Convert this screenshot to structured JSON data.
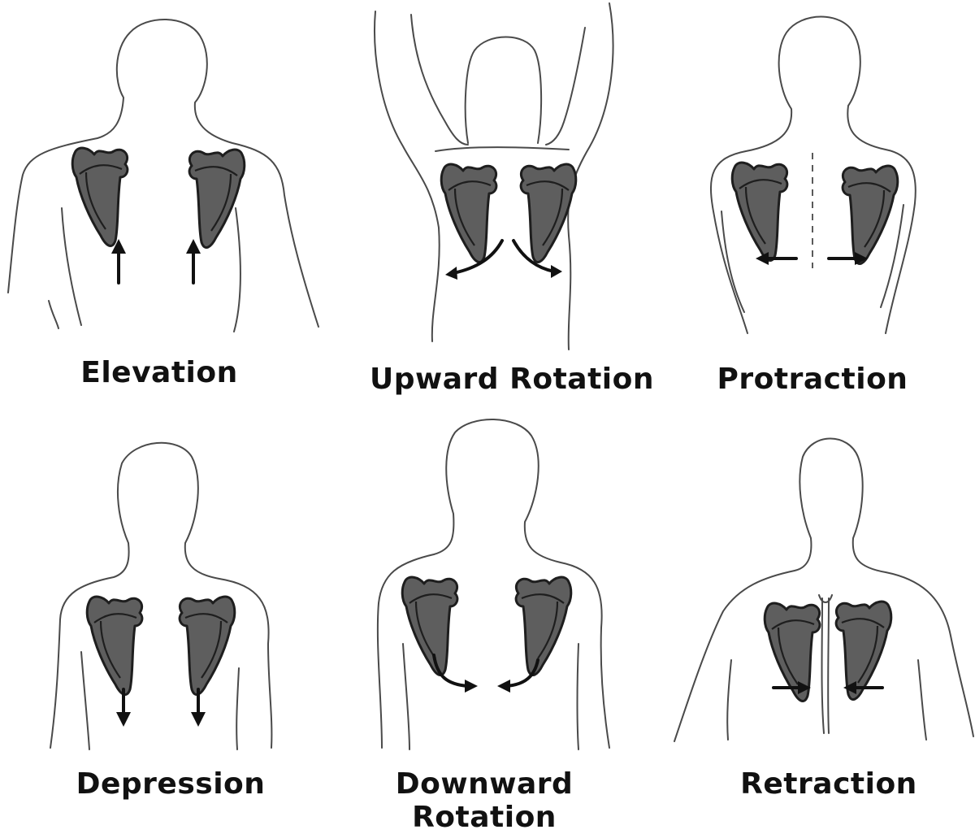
{
  "figure": {
    "panels": [
      {
        "id": "elevation",
        "label": "Elevation"
      },
      {
        "id": "upward-rotation",
        "label": "Upward Rotation"
      },
      {
        "id": "protraction",
        "label": "Protraction"
      },
      {
        "id": "depression",
        "label": "Depression"
      },
      {
        "id": "downward-rotation",
        "label": "Downward Rotation"
      },
      {
        "id": "retraction",
        "label": "Retraction"
      }
    ],
    "colors": {
      "scapula_fill": "#5e5e5e",
      "outline": "#4a4a4a",
      "arrow": "#111111",
      "background": "#ffffff"
    }
  }
}
